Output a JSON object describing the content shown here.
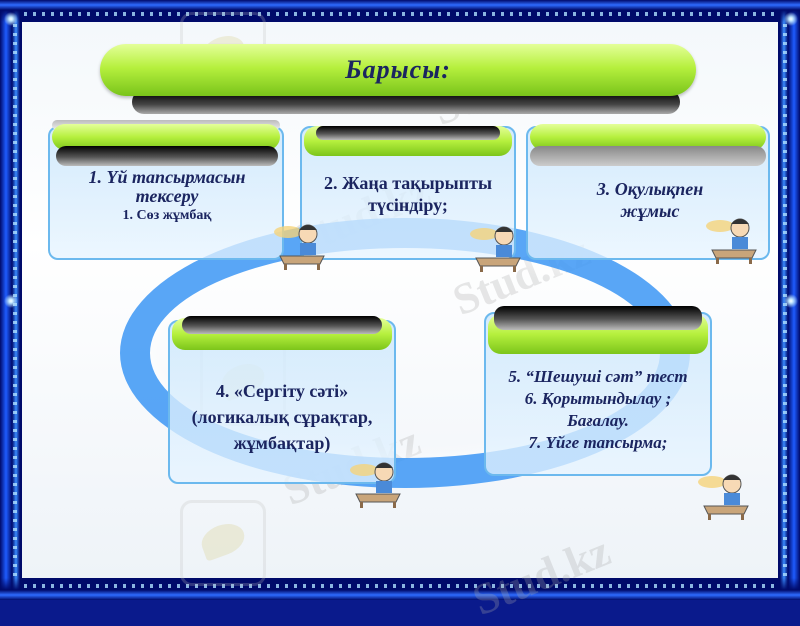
{
  "title": "Барысы:",
  "boxes": {
    "b1": {
      "line1": "1. Үй тапсырмасын",
      "line2": "тексеру",
      "sub": "1. Сөз жұмбақ"
    },
    "b2": {
      "line1": "2. Жаңа тақырыпты",
      "line2": "түсіндіру;"
    },
    "b3": {
      "line1": "3. Оқулықпен",
      "line2": "жұмыс"
    },
    "b4": {
      "line1": "4. «Сергіту сәті»",
      "line2": "(логикалық сұрақтар,",
      "line3": "жұмбақтар)"
    },
    "b5": {
      "line1": "5. “Шешуші сәт” тест",
      "line2": "6. Қорытындылау ;",
      "line3": "Бағалау.",
      "line4": "7. Үйге тапсырма;"
    }
  },
  "watermark": "Stud.kz",
  "colors": {
    "accent_green": "#b6f03e",
    "ring_blue": "#3c96f5",
    "text": "#1b2560",
    "frame": "#0a1a8c"
  },
  "icons": [
    "student-at-desk-icon",
    "stud-kz-logo"
  ]
}
